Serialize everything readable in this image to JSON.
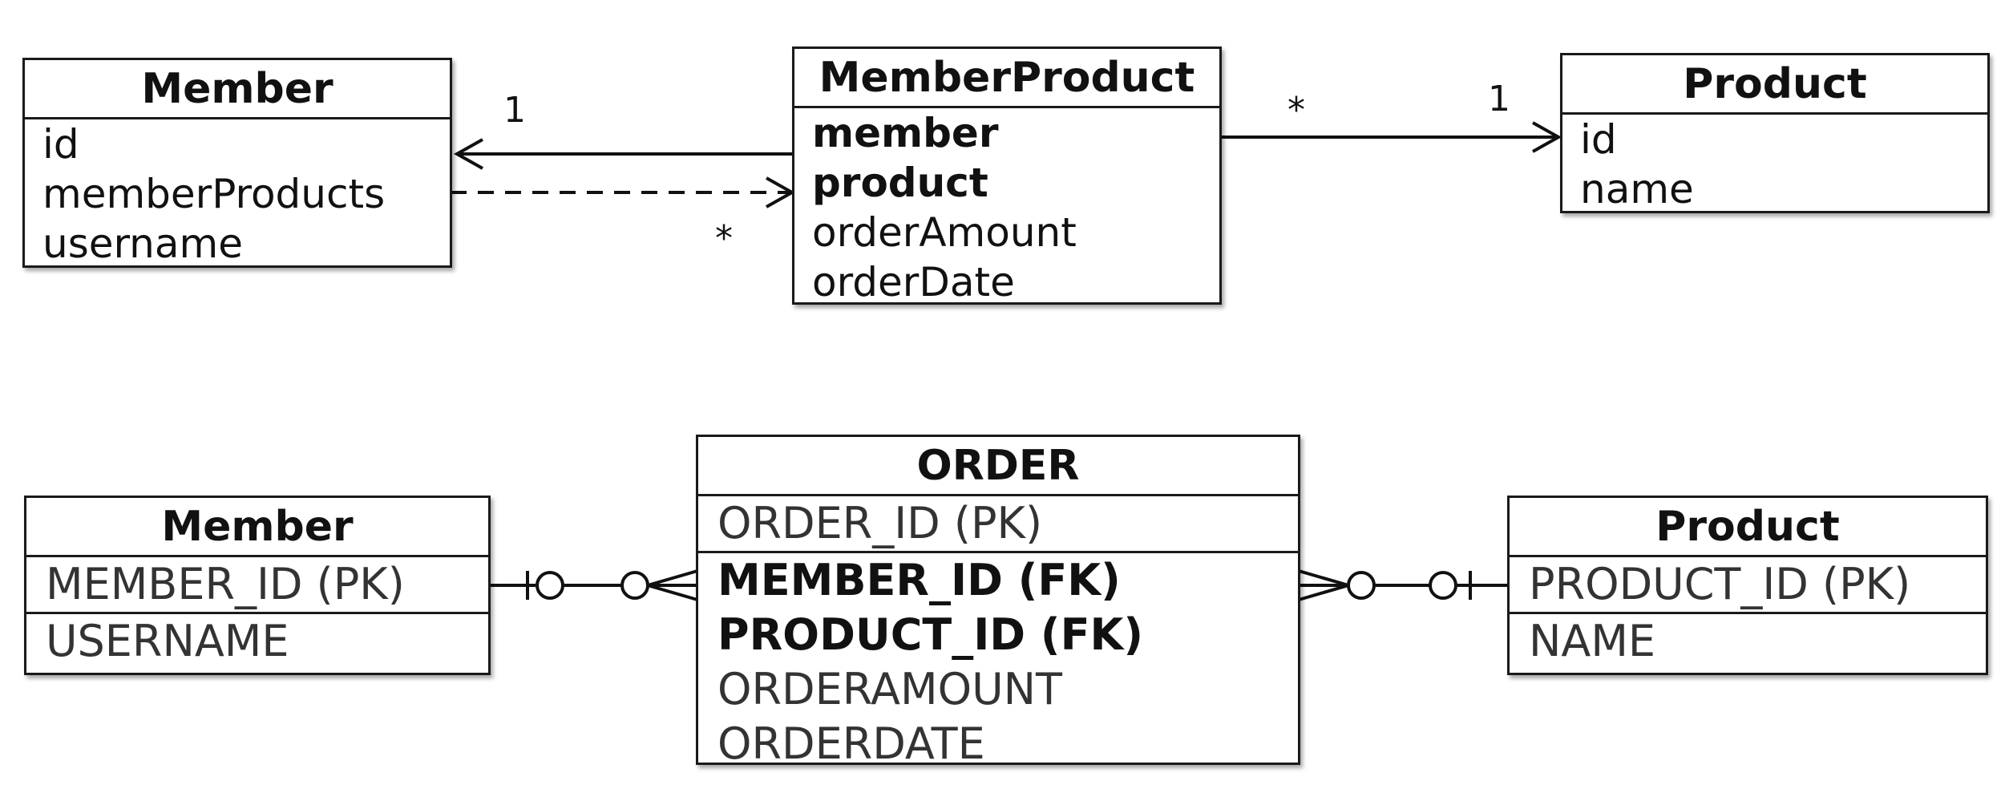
{
  "uml": {
    "member": {
      "title": "Member",
      "fields": [
        "id",
        "memberProducts",
        "username"
      ]
    },
    "member_product": {
      "title": "MemberProduct",
      "fields": [
        "member",
        "product",
        "orderAmount",
        "orderDate"
      ]
    },
    "product": {
      "title": "Product",
      "fields": [
        "id",
        "name"
      ]
    },
    "multiplicities": {
      "mp_to_member_one": "1",
      "member_to_mp_many": "*",
      "mp_to_product_many": "*",
      "mp_to_product_one": "1"
    }
  },
  "erd": {
    "member": {
      "title": "Member",
      "pk": "MEMBER_ID (PK)",
      "fields": [
        "USERNAME"
      ]
    },
    "order": {
      "title": "ORDER",
      "pk": "ORDER_ID (PK)",
      "fk": [
        "MEMBER_ID (FK)",
        "PRODUCT_ID (FK)"
      ],
      "fields": [
        "ORDERAMOUNT",
        "ORDERDATE"
      ]
    },
    "product": {
      "title": "Product",
      "pk": "PRODUCT_ID (PK)",
      "fields": [
        "NAME"
      ]
    }
  }
}
